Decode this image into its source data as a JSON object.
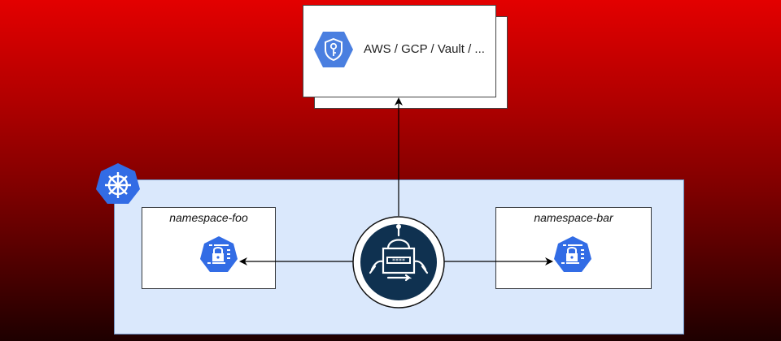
{
  "diagram": {
    "provider": {
      "label": "AWS / GCP / Vault / ...",
      "icon": "secret-manager-shield-key-icon"
    },
    "cluster": {
      "icon": "kubernetes-helm-icon"
    },
    "operator": {
      "icon": "robot-password-icon",
      "password_mask": "****"
    },
    "namespaces": [
      {
        "label": "namespace-foo",
        "icon": "kubernetes-secret-icon"
      },
      {
        "label": "namespace-bar",
        "icon": "kubernetes-secret-icon"
      }
    ],
    "colors": {
      "background_top": "#e30000",
      "background_bottom": "#1e0000",
      "cluster_fill": "#dae8fc",
      "cluster_border": "#6c8ebf",
      "k8s_blue": "#326ce5",
      "gcp_blue": "#4a7fe0",
      "operator_navy": "#0f3150"
    }
  }
}
